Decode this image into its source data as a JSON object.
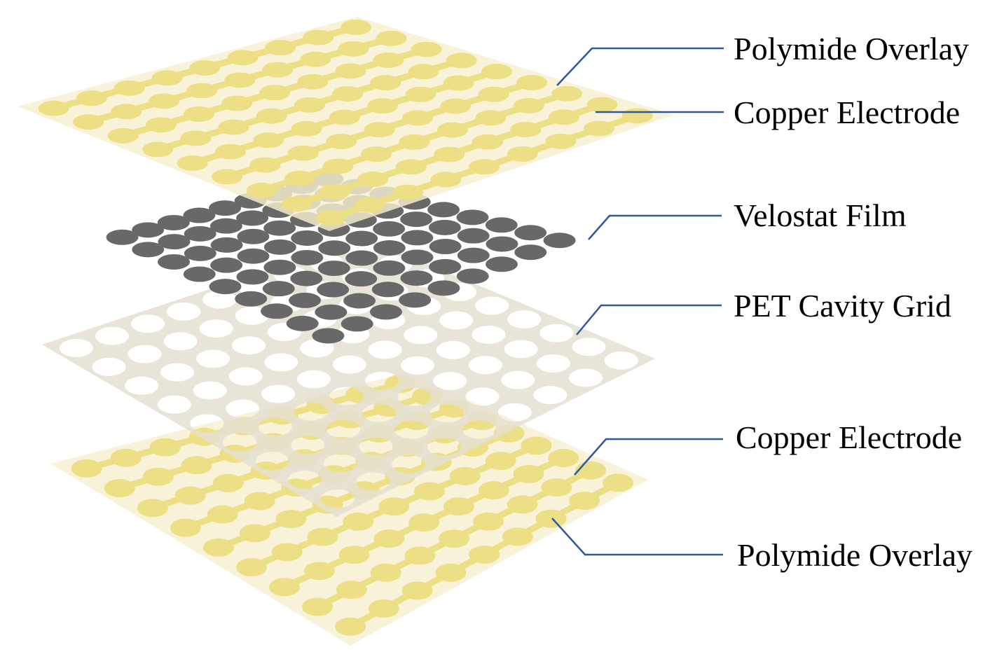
{
  "diagram": {
    "colors": {
      "polymide_sheet": "#f7efcf",
      "polymide_sheet_alpha": 0.82,
      "copper_electrode": "#eddf85",
      "pet_sheet": "#e4e0d0",
      "pet_sheet_alpha": 0.86,
      "pet_cavity": "#ffffff",
      "velostat_disc": "#686868",
      "leader_line": "#2f579d"
    },
    "labels": {
      "top_polymide": "Polymide Overlay",
      "top_copper": "Copper Electrode",
      "velostat": "Velostat Film",
      "pet_grid": "PET Cavity Grid",
      "bottom_copper": "Copper Electrode",
      "bottom_polymide": "Polymide Overlay"
    }
  }
}
